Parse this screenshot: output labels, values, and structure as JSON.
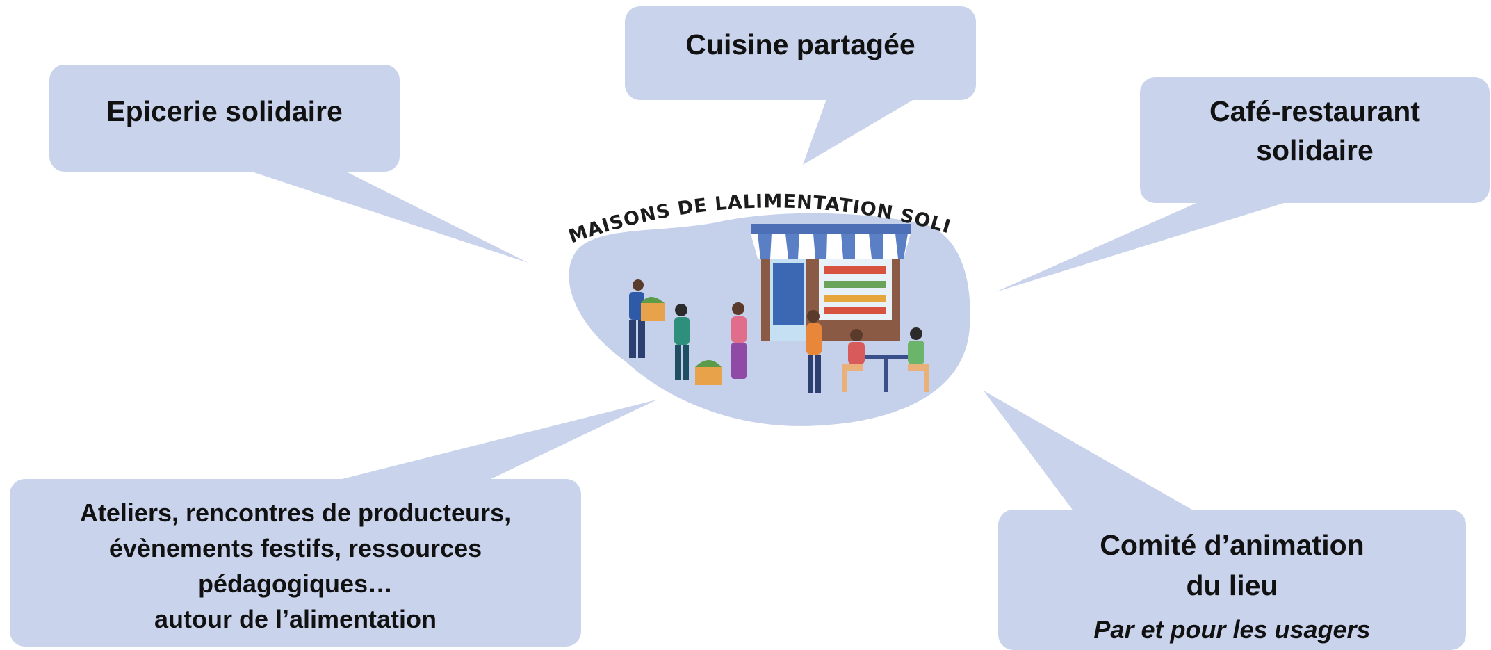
{
  "bubbles": {
    "cuisine": {
      "lines": [
        "Cuisine partagée"
      ]
    },
    "epicerie": {
      "lines": [
        "Epicerie solidaire"
      ]
    },
    "cafe": {
      "lines": [
        "Café-restaurant",
        "solidaire"
      ]
    },
    "ateliers": {
      "lines": [
        "Ateliers, rencontres de producteurs,",
        "évènements festifs, ressources",
        "pédagogiques…",
        "autour de l’alimentation"
      ]
    },
    "comite": {
      "lines": [
        "Comité d’animation",
        "du lieu"
      ],
      "subtitle": "Par et pour les usagers"
    }
  },
  "illustration": {
    "curved_title": "MAISONS DE LALIMENTATION SOLIDAIRE"
  },
  "colors": {
    "bubble": "#c9d3ec",
    "blob": "#c5d0ea",
    "awning_blue": "#5b7fc4",
    "shop_brown": "#8a5a44"
  }
}
